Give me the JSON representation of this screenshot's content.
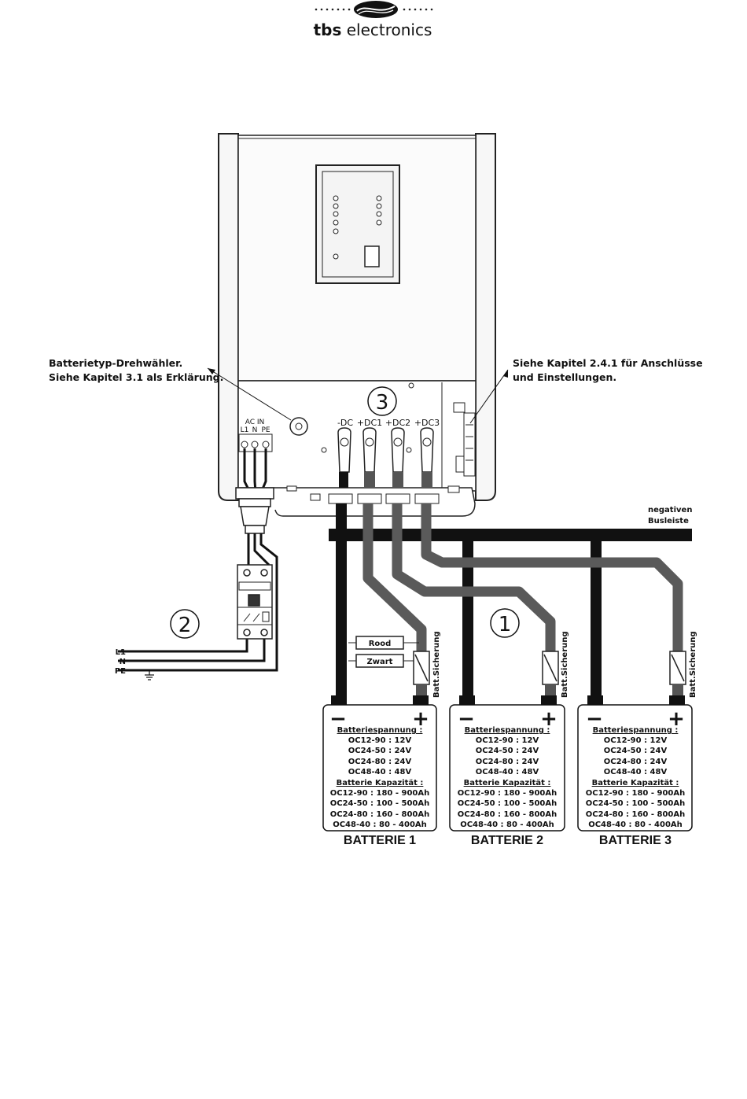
{
  "logo": {
    "brand_bold": "tbs",
    "brand_rest": " electronics"
  },
  "callouts": {
    "selector_line1": "Batterietyp-Drehwähler.",
    "selector_line2": "Siehe Kapitel 3.1 als Erklärung.",
    "connections_line1": "Siehe Kapitel 2.4.1 für Anschlüsse",
    "connections_line2": "und Einstellungen."
  },
  "markers": {
    "m1": "1",
    "m2": "2",
    "m3": "3"
  },
  "terminals": {
    "ac_in": "AC IN",
    "l1": "L1",
    "n": "N",
    "pe": "PE",
    "dc_minus": "-DC",
    "dc1": "+DC1",
    "dc2": "+DC2",
    "dc3": "+DC3"
  },
  "mains": {
    "l1": "L1",
    "n": "N",
    "pe": "PE"
  },
  "bus": {
    "line1": "negativen",
    "line2": "Busleiste"
  },
  "cable_tags": {
    "red": "Rood",
    "black": "Zwart"
  },
  "fuse_label": "Batt.Sicherung",
  "battery": {
    "voltage_title": "Batteriespannung :",
    "voltages": [
      "OC12-90 : 12V",
      "OC24-50 : 24V",
      "OC24-80 : 24V",
      "OC48-40 : 48V"
    ],
    "capacity_title": "Batterie Kapazität :",
    "capacities": [
      "OC12-90 : 180 - 900Ah",
      "OC24-50 : 100 - 500Ah",
      "OC24-80 : 160 - 800Ah",
      "OC48-40 : 80 - 400Ah"
    ],
    "minus": "−",
    "plus": "+"
  },
  "batteries": [
    "BATTERIE 1",
    "BATTERIE 2",
    "BATTERIE 3"
  ]
}
